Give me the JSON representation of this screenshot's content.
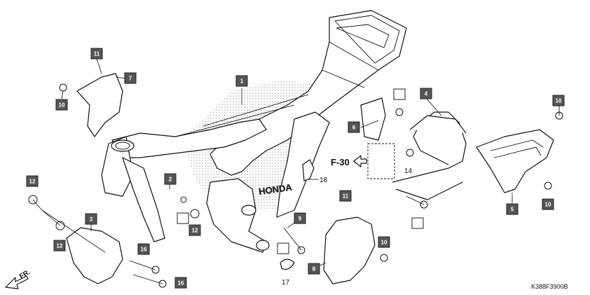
{
  "diagram": {
    "code": "K388F3900B",
    "direction_label": "FR.",
    "reference_label": "F-30",
    "frame_logo_text": "HONDA",
    "callouts": [
      {
        "id": "c1",
        "label": "1",
        "style": "box"
      },
      {
        "id": "c2",
        "label": "2",
        "style": "box"
      },
      {
        "id": "c3",
        "label": "3",
        "style": "box"
      },
      {
        "id": "c4",
        "label": "4",
        "style": "box"
      },
      {
        "id": "c5",
        "label": "5",
        "style": "box"
      },
      {
        "id": "c6",
        "label": "6",
        "style": "box"
      },
      {
        "id": "c7",
        "label": "7",
        "style": "box"
      },
      {
        "id": "c8",
        "label": "8",
        "style": "box"
      },
      {
        "id": "c9",
        "label": "9",
        "style": "box"
      },
      {
        "id": "c10a",
        "label": "10",
        "style": "box"
      },
      {
        "id": "c10b",
        "label": "10",
        "style": "box"
      },
      {
        "id": "c10c",
        "label": "10",
        "style": "box"
      },
      {
        "id": "c10d",
        "label": "10",
        "style": "box"
      },
      {
        "id": "c11a",
        "label": "11",
        "style": "box"
      },
      {
        "id": "c11b",
        "label": "11",
        "style": "box"
      },
      {
        "id": "c12a",
        "label": "12",
        "style": "box"
      },
      {
        "id": "c12b",
        "label": "12",
        "style": "box"
      },
      {
        "id": "c12c",
        "label": "12",
        "style": "box"
      },
      {
        "id": "c16a",
        "label": "16",
        "style": "box"
      },
      {
        "id": "c16b",
        "label": "16",
        "style": "box"
      },
      {
        "id": "c14",
        "label": "14",
        "style": "plain"
      },
      {
        "id": "c17",
        "label": "17",
        "style": "plain"
      },
      {
        "id": "c18",
        "label": "18",
        "style": "plain"
      }
    ]
  }
}
